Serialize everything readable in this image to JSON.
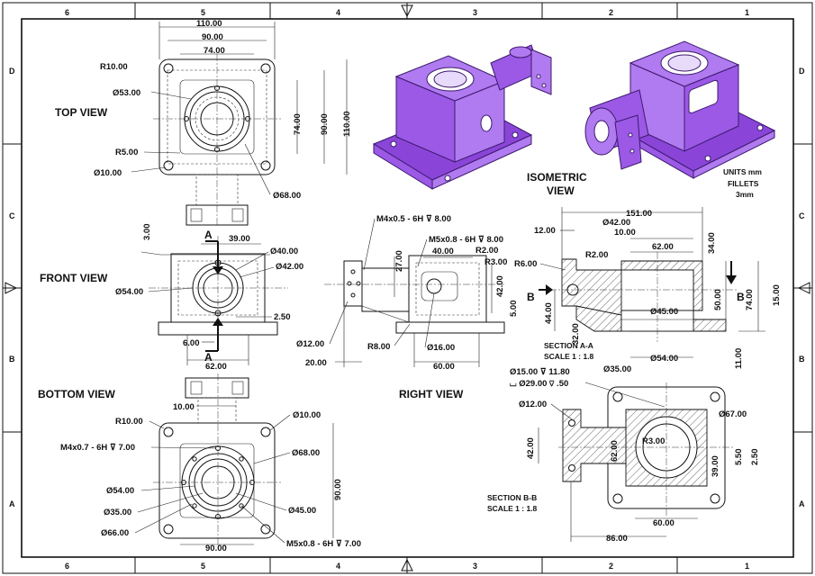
{
  "grid": {
    "columns": [
      "6",
      "5",
      "4",
      "3",
      "2",
      "1"
    ],
    "rows": [
      "D",
      "C",
      "B",
      "A"
    ]
  },
  "views": {
    "top": "TOP VIEW",
    "front": "FRONT VIEW",
    "bottom": "BOTTOM VIEW",
    "right": "RIGHT VIEW",
    "isometric_1": "ISOMETRIC",
    "isometric_2": "VIEW"
  },
  "notes": {
    "units": "UNITS mm",
    "fillets_1": "FILLETS",
    "fillets_2": "3mm",
    "section_aa_1": "SECTION A-A",
    "section_aa_2": "SCALE 1 : 1.8",
    "section_bb_1": "SECTION B-B",
    "section_bb_2": "SCALE 1 : 1.8"
  },
  "markers": {
    "a_top": "A",
    "a_bottom": "A",
    "b_left": "B",
    "b_right": "B"
  },
  "dims_top": {
    "d110": "110.00",
    "d90": "90.00",
    "d74": "74.00",
    "r10": "R10.00",
    "dia53": "Ø53.00",
    "r5": "R5.00",
    "dia10": "Ø10.00",
    "dia68": "Ø68.00",
    "v74": "74.00",
    "v90": "90.00",
    "v110": "110.00"
  },
  "dims_front": {
    "d3": "3.00",
    "d39": "39.00",
    "dia40": "Ø40.00",
    "dia42": "Ø42.00",
    "dia54": "Ø54.00",
    "d250": "2.50",
    "d6": "6.00",
    "d62": "62.00"
  },
  "dims_right": {
    "thread1": "M4x0.5 - 6H ⊽ 8.00",
    "thread2": "M5x0.8 - 6H ⊽ 8.00",
    "d27": "27.00",
    "d40": "40.00",
    "r2": "R2.00",
    "r3": "R3.00",
    "d42": "42.00",
    "d5": "5.00",
    "dia12": "Ø12.00",
    "r8": "R8.00",
    "dia16": "Ø16.00",
    "d20": "20.00",
    "d60": "60.00"
  },
  "dims_aa": {
    "d151": "151.00",
    "dia42": "Ø42.00",
    "d12": "12.00",
    "d10": "10.00",
    "d62": "62.00",
    "d34": "34.00",
    "r2": "R2.00",
    "r6": "R6.00",
    "d44": "44.00",
    "d32": "32.00",
    "dia45": "Ø45.00",
    "d50": "50.00",
    "d74": "74.00",
    "d15": "15.00",
    "d11": "11.00",
    "dia54": "Ø54.00",
    "dia35": "Ø35.00"
  },
  "dims_bb": {
    "cb1": "Ø15.00 ⊽ 11.80",
    "cb2": "⌴ Ø29.00 ⊽ .50",
    "dia12": "Ø12.00",
    "dia67": "Ø67.00",
    "r3": "R3.00",
    "d42": "42.00",
    "d62": "62.00",
    "d39": "39.00",
    "d550": "5.50",
    "d250": "2.50",
    "d60": "60.00",
    "d86": "86.00"
  },
  "dims_bottom": {
    "r10": "R10.00",
    "dia10": "Ø10.00",
    "d10": "10.00",
    "thread1": "M4x0.7 - 6H ⊽ 7.00",
    "dia68": "Ø68.00",
    "dia54": "Ø54.00",
    "dia35": "Ø35.00",
    "dia45": "Ø45.00",
    "dia66": "Ø66.00",
    "d90v": "90.00",
    "d90h": "90.00",
    "thread2": "M5x0.8 - 6H ⊽ 7.00"
  },
  "colors": {
    "part": "#9b59e6",
    "part_dark": "#3d1a6e",
    "line": "#111111"
  }
}
